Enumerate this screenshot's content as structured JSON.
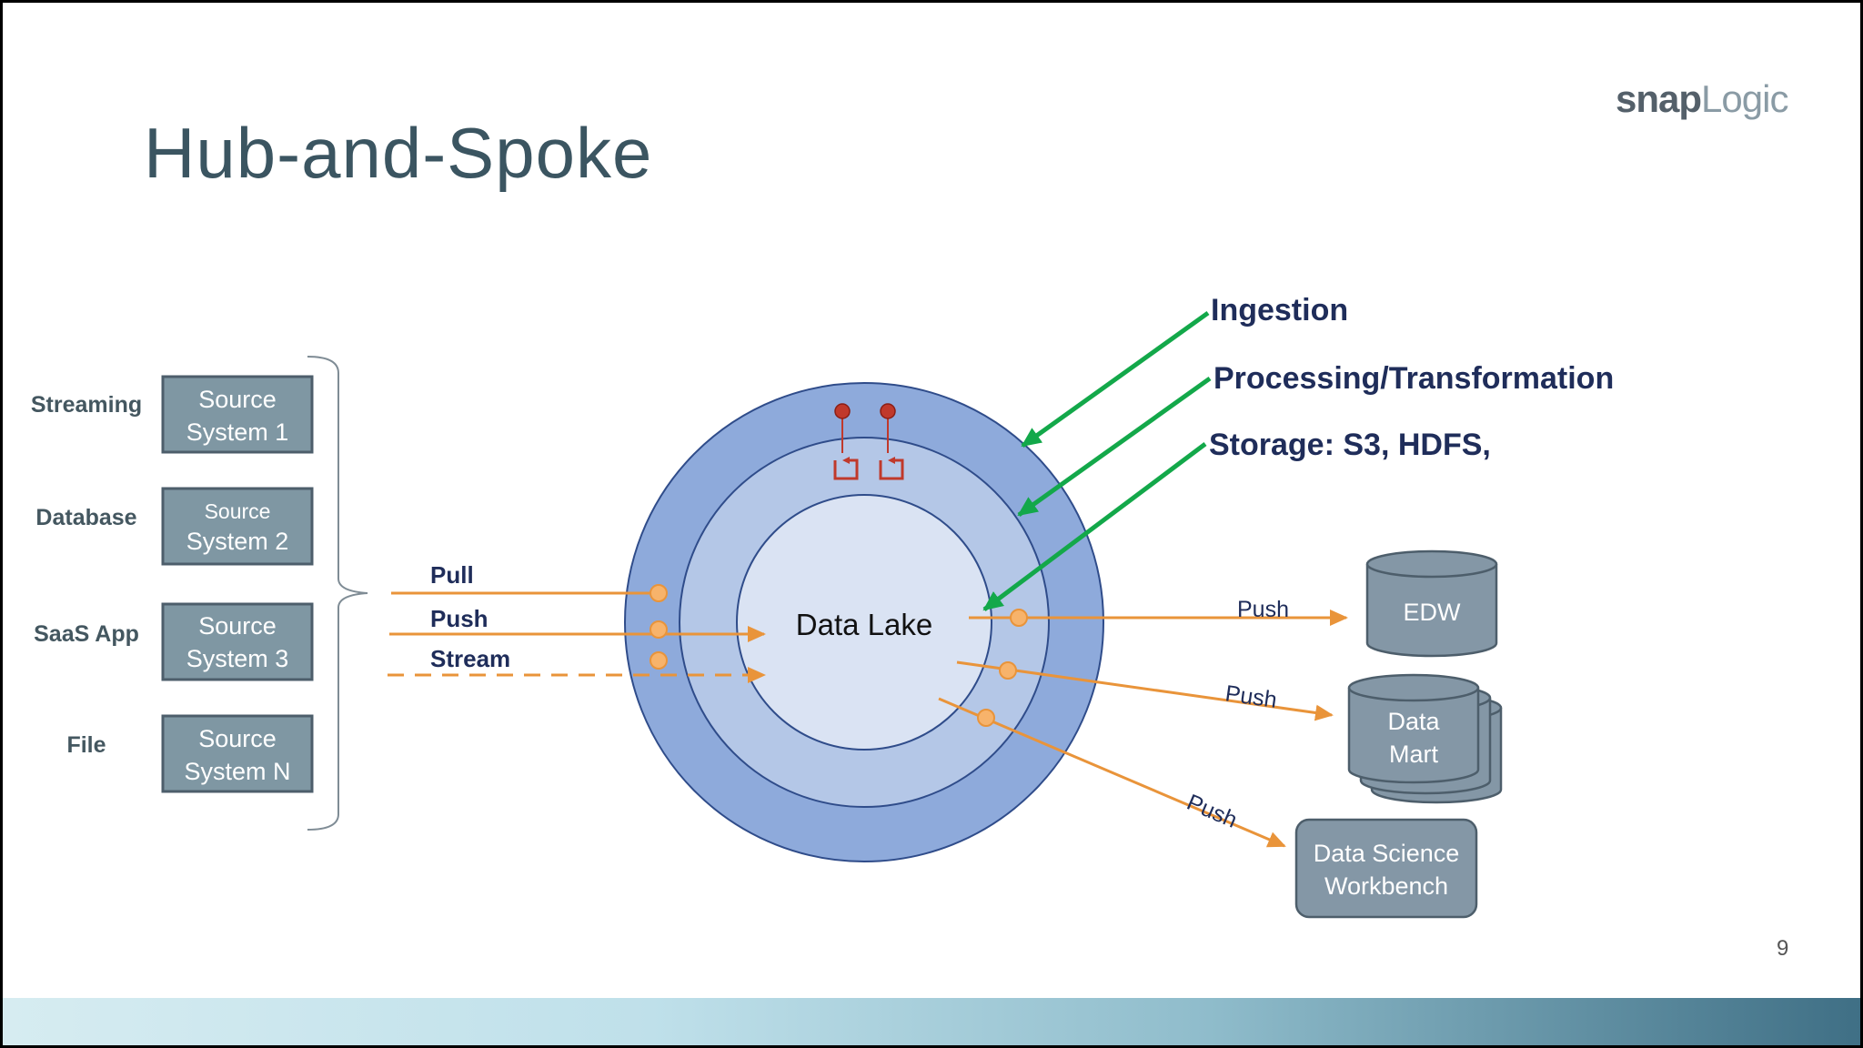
{
  "slide": {
    "title": "Hub-and-Spoke",
    "logo": {
      "part1": "snap",
      "part2": "Logic"
    },
    "page_number": "9"
  },
  "sources": [
    {
      "category": "Streaming",
      "box_line1": "Source",
      "box_line2": "System 1"
    },
    {
      "category": "Database",
      "box_line1": "Source",
      "box_line2": "System 2"
    },
    {
      "category": "SaaS App",
      "box_line1": "Source",
      "box_line2": "System 3"
    },
    {
      "category": "File",
      "box_line1": "Source",
      "box_line2": "System N"
    }
  ],
  "ingest_methods": {
    "pull": "Pull",
    "push": "Push",
    "stream": "Stream"
  },
  "hub": {
    "label": "Data Lake"
  },
  "layers": {
    "ingestion": "Ingestion",
    "processing": "Processing/Transformation",
    "storage": "Storage: S3, HDFS,"
  },
  "outputs": {
    "push_label": "Push",
    "edw": "EDW",
    "data_mart_line1": "Data",
    "data_mart_line2": "Mart",
    "workbench_line1": "Data Science",
    "workbench_line2": "Workbench"
  },
  "colors": {
    "orange": "#e9943a",
    "green": "#13a84a",
    "outer_ring": "#8eaadb",
    "middle_ring": "#b4c7e7",
    "inner_ring": "#dae3f3",
    "source_box": "#7f97a3",
    "output_box": "#8497a6",
    "navy_text": "#1f2d5a"
  }
}
